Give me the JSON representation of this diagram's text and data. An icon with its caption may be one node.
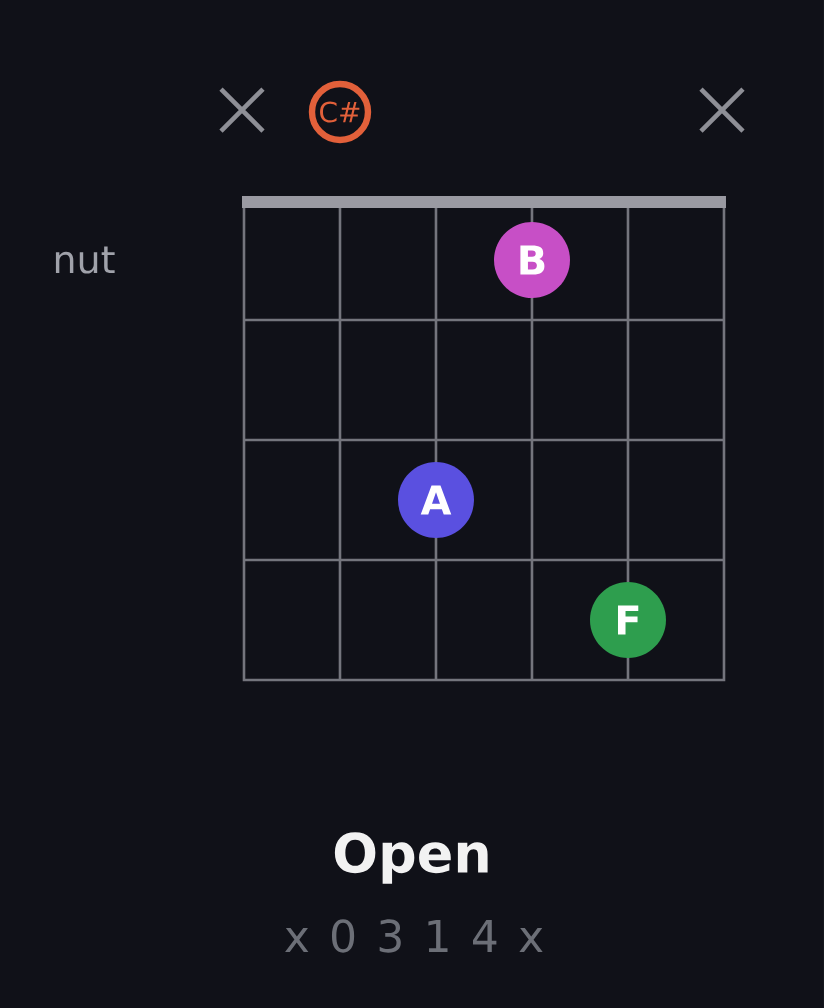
{
  "diagram": {
    "nodes": [
      {
        "text": [
          "C#"
        ]
      },
      {
        "text": [
          "B"
        ]
      },
      {
        "text": [
          "A"
        ]
      },
      {
        "text": [
          "F"
        ]
      }
    ],
    "labels": [
      "nut",
      "Open",
      "x 0 3 1 4 x"
    ]
  }
}
